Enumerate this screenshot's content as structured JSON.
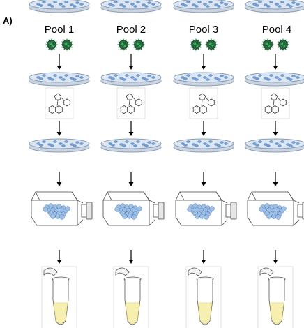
{
  "panel_label": "A)",
  "pools": [
    {
      "label": "Pool 1"
    },
    {
      "label": "Pool 2"
    },
    {
      "label": "Pool 3"
    },
    {
      "label": "Pool 4"
    }
  ],
  "colors": {
    "dish_fill": "#dce6f2",
    "dish_stroke": "#8a9bb0",
    "cell": "#6f9fd8",
    "virus": "#1f6b3a",
    "liquid": "#f6efb0",
    "arrow": "#000000"
  },
  "icons": [
    "petri-dish-icon",
    "virus-particle-icon",
    "chemical-structure-icon",
    "culture-flask-icon",
    "microcentrifuge-tube-icon",
    "down-arrow-icon"
  ]
}
